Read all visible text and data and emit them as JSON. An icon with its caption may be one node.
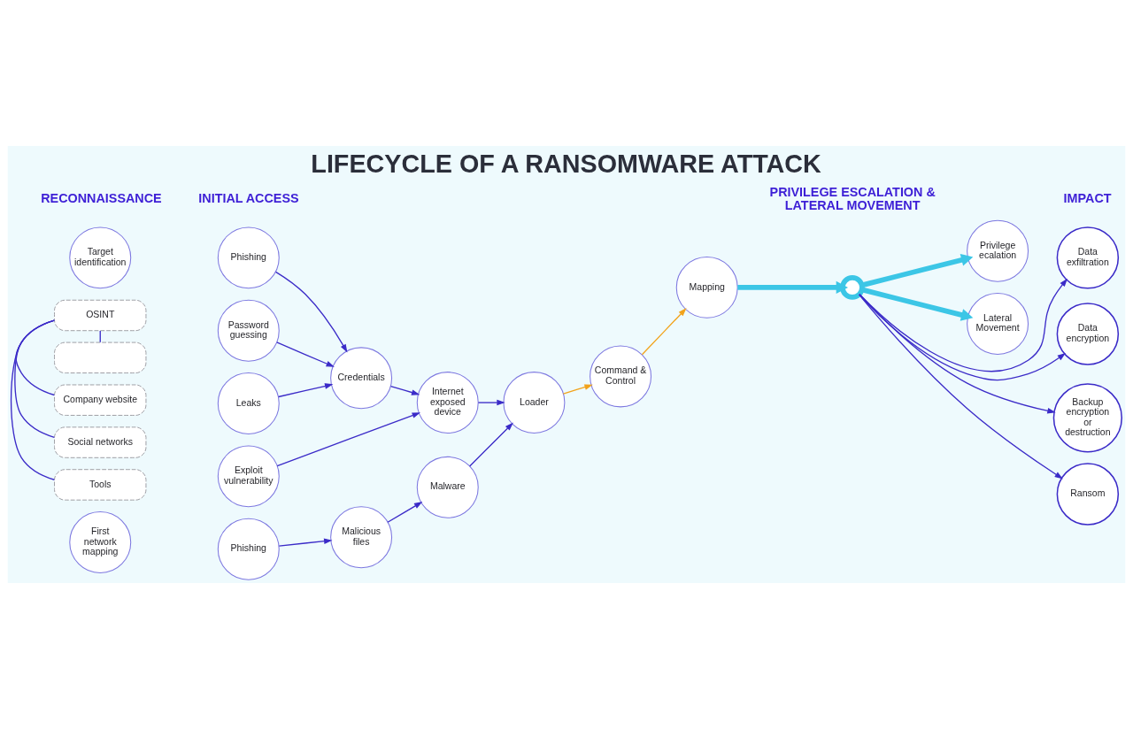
{
  "diagram": {
    "title": "LIFECYCLE OF A RANSOMWARE ATTACK",
    "nodes": [
      {
        "text": [
          "Target identification"
        ]
      },
      {
        "text": [
          "OSINT"
        ]
      },
      {
        "text": [],
        "shape": "box"
      },
      {
        "text": [
          "Company website"
        ]
      },
      {
        "text": [
          "Social networks"
        ]
      },
      {
        "text": [
          "Tools"
        ]
      },
      {
        "text": [
          "First network mapping"
        ]
      },
      {
        "text": [
          "Phishing"
        ]
      },
      {
        "text": [
          "Password guessing"
        ]
      },
      {
        "text": [
          "Leaks"
        ]
      },
      {
        "text": [
          "Credentials"
        ]
      },
      {
        "text": [
          "Exploit vulnerability"
        ]
      },
      {
        "text": [
          "Internet exposed device"
        ]
      },
      {
        "text": [
          "Malware"
        ]
      },
      {
        "text": [
          "Loader"
        ]
      },
      {
        "text": [
          "Phishing"
        ]
      },
      {
        "text": [
          "Malicious files"
        ]
      },
      {
        "text": [
          "Command & Control"
        ]
      },
      {
        "text": [
          "Mapping"
        ]
      },
      {
        "text": [],
        "shape": "circle"
      },
      {
        "text": [
          "Privilege ecalation"
        ]
      },
      {
        "text": [
          "Lateral Movement"
        ]
      },
      {
        "text": [
          "Data exfiltration"
        ]
      },
      {
        "text": [
          "Data encryption"
        ]
      },
      {
        "text": [
          "Backup encryption or destruction"
        ]
      },
      {
        "text": [
          "Ransom"
        ]
      }
    ],
    "edges": [
      {
        "from": 1,
        "to": 2,
        "arrow": "none"
      },
      {
        "from": 1,
        "to": 3,
        "arrow": "none"
      },
      {
        "from": 1,
        "to": 4,
        "arrow": "none"
      },
      {
        "from": 1,
        "to": 5,
        "arrow": "none"
      },
      {
        "from": 7,
        "to": 10,
        "arrow": "to"
      },
      {
        "from": 8,
        "to": 10,
        "arrow": "to"
      },
      {
        "from": 9,
        "to": 10,
        "arrow": "to"
      },
      {
        "from": 10,
        "to": 12,
        "arrow": "to"
      },
      {
        "from": 11,
        "to": 12,
        "arrow": "to"
      },
      {
        "from": 12,
        "to": 14,
        "arrow": "to"
      },
      {
        "from": 13,
        "to": 14,
        "arrow": "to"
      },
      {
        "from": 15,
        "to": 16,
        "arrow": "to"
      },
      {
        "from": 16,
        "to": 13,
        "arrow": "to"
      },
      {
        "from": 14,
        "to": 17,
        "arrow": "to",
        "color": "#f2a31b"
      },
      {
        "from": 17,
        "to": 18,
        "arrow": "to",
        "color": "#f2a31b"
      },
      {
        "from": 18,
        "to": 19,
        "arrow": "to",
        "style": "thick",
        "color": "#3cc6e6"
      },
      {
        "from": 19,
        "to": 20,
        "arrow": "to",
        "style": "thick",
        "color": "#3cc6e6"
      },
      {
        "from": 19,
        "to": 21,
        "arrow": "to",
        "style": "thick",
        "color": "#3cc6e6"
      },
      {
        "from": 19,
        "to": 22,
        "arrow": "to"
      },
      {
        "from": 19,
        "to": 23,
        "arrow": "to"
      },
      {
        "from": 19,
        "to": 24,
        "arrow": "to"
      },
      {
        "from": 19,
        "to": 25,
        "arrow": "to"
      }
    ],
    "labels": [
      "RECONNAISSANCE",
      "INITIAL ACCESS",
      "PRIVILEGE ESCALATION & LATERAL MOVEMENT",
      "IMPACT"
    ]
  }
}
